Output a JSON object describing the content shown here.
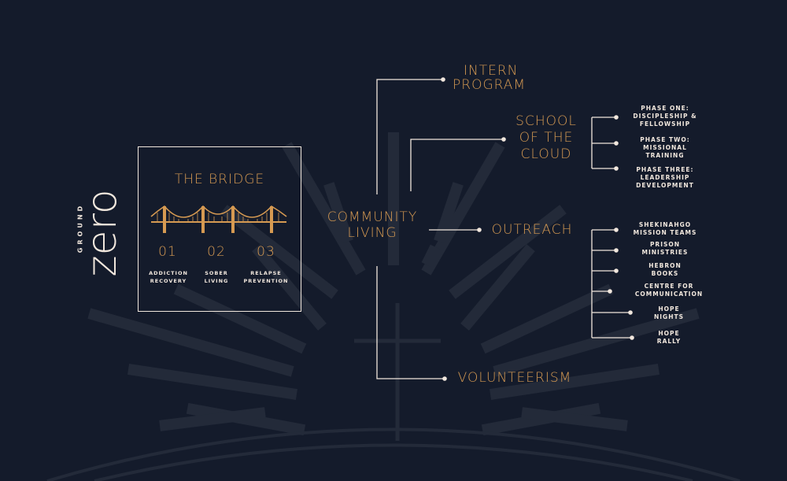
{
  "brand": {
    "ground": "GROUND",
    "zero": "zero"
  },
  "bridge": {
    "title": "THE BRIDGE",
    "steps": [
      {
        "num": "01",
        "label_line1": "ADDICTION",
        "label_line2": "RECOVERY"
      },
      {
        "num": "02",
        "label_line1": "SOBER",
        "label_line2": "LIVING"
      },
      {
        "num": "03",
        "label_line1": "RELAPSE",
        "label_line2": "PREVENTION"
      }
    ]
  },
  "hub": {
    "line1": "COMMUNITY",
    "line2": "LIVING"
  },
  "branches": {
    "intern": {
      "line1": "INTERN",
      "line2": "PROGRAM"
    },
    "school": {
      "line1": "SCHOOL",
      "line2": "OF THE",
      "line3": "CLOUD"
    },
    "outreach": {
      "line1": "OUTREACH"
    },
    "volunteerism": {
      "line1": "VOLUNTEERISM"
    }
  },
  "school_phases": [
    {
      "line1": "PHASE ONE:",
      "line2": "DISCIPLESHIP &",
      "line3": "FELLOWSHIP"
    },
    {
      "line1": "PHASE TWO:",
      "line2": "MISSIONAL",
      "line3": "TRAINING"
    },
    {
      "line1": "PHASE THREE:",
      "line2": "LEADERSHIP",
      "line3": "DEVELOPMENT"
    }
  ],
  "outreach_items": [
    {
      "line1": "SHEKINAHGO",
      "line2": "MISSION TEAMS"
    },
    {
      "line1": "PRISON",
      "line2": "MINISTRIES"
    },
    {
      "line1": "HEBRON",
      "line2": "BOOKS"
    },
    {
      "line1": "CENTRE FOR",
      "line2": "COMMUNICATION"
    },
    {
      "line1": "HOPE",
      "line2": "NIGHTS"
    },
    {
      "line1": "HOPE",
      "line2": "RALLY"
    }
  ],
  "colors": {
    "background": "#141b2b",
    "accent": "#d69a52",
    "text": "#f1e7dd",
    "rays": "#232a39"
  }
}
